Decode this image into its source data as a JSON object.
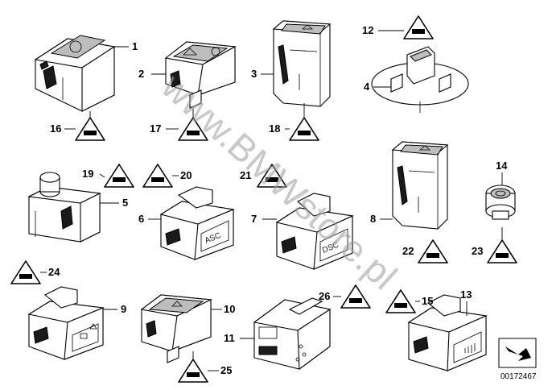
{
  "diagram": {
    "watermark": "www.BMWstore.pl",
    "doc_id": "00172467",
    "parts": [
      {
        "id": "p1",
        "number": "1"
      },
      {
        "id": "p2",
        "number": "2"
      },
      {
        "id": "p3",
        "number": "3"
      },
      {
        "id": "p4",
        "number": "4"
      },
      {
        "id": "p5",
        "number": "5"
      },
      {
        "id": "p6",
        "number": "6",
        "label": "ASC"
      },
      {
        "id": "p7",
        "number": "7",
        "label": "DSC"
      },
      {
        "id": "p8",
        "number": "8"
      },
      {
        "id": "p9",
        "number": "9"
      },
      {
        "id": "p10",
        "number": "10"
      },
      {
        "id": "p11",
        "number": "11"
      },
      {
        "id": "p13",
        "number": "13"
      },
      {
        "id": "p14",
        "number": "14"
      }
    ],
    "markers": [
      {
        "id": "m12",
        "number": "12"
      },
      {
        "id": "m15",
        "number": "15"
      },
      {
        "id": "m16",
        "number": "16"
      },
      {
        "id": "m17",
        "number": "17"
      },
      {
        "id": "m18",
        "number": "18"
      },
      {
        "id": "m19",
        "number": "19"
      },
      {
        "id": "m20",
        "number": "20"
      },
      {
        "id": "m21",
        "number": "21"
      },
      {
        "id": "m22",
        "number": "22"
      },
      {
        "id": "m23",
        "number": "23"
      },
      {
        "id": "m24",
        "number": "24"
      },
      {
        "id": "m25",
        "number": "25"
      },
      {
        "id": "m26",
        "number": "26"
      }
    ]
  }
}
